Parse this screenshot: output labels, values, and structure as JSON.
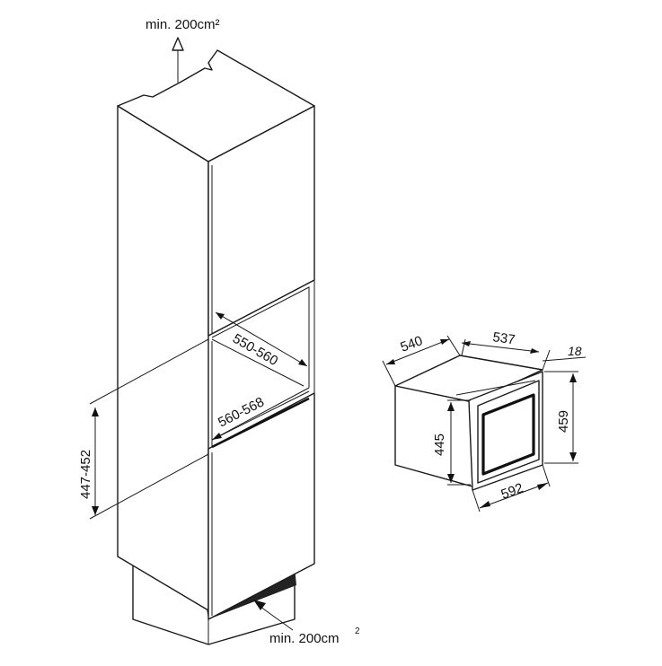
{
  "labels": {
    "vent_top": "min. 200cm²",
    "vent_bottom": "min. 200cm",
    "vent_bottom_sup": "2",
    "niche_width": "550-560",
    "niche_depth": "560-568",
    "niche_height": "447-452",
    "appliance_depth": "540",
    "appliance_depth_2": "537",
    "door_thickness": "18",
    "appliance_height": "459",
    "body_height": "445",
    "appliance_width": "592"
  }
}
